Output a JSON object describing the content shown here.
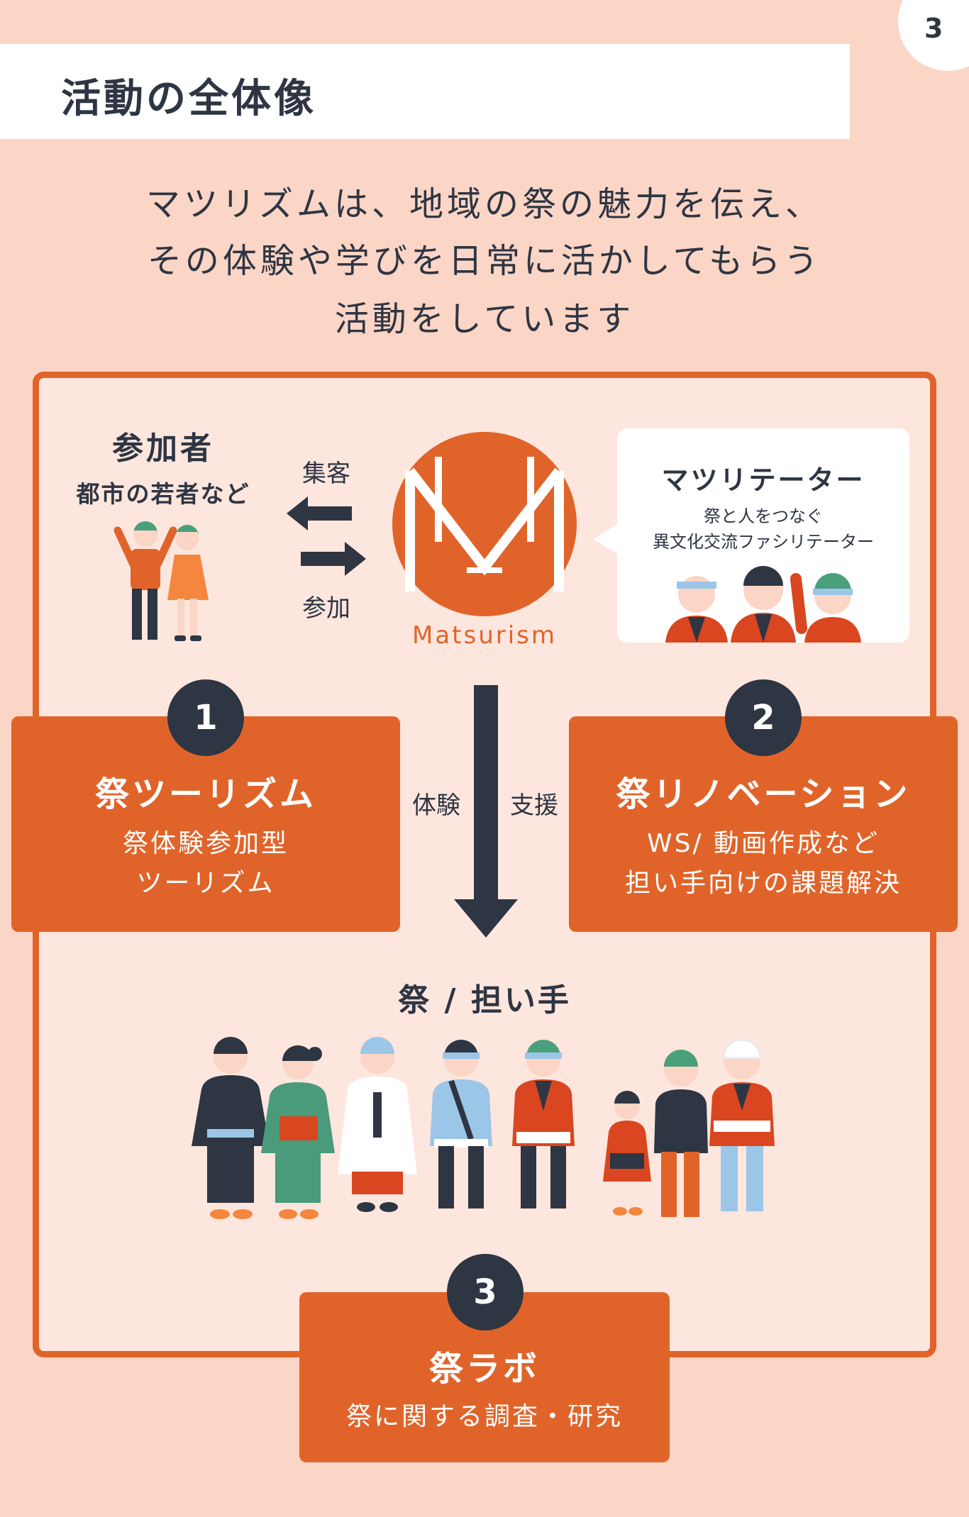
{
  "page_number": "3",
  "title": "活動の全体像",
  "intro_lines": [
    "マツリズムは、地域の祭の魅力を伝え、",
    "その体験や学びを日常に活かしてもらう",
    "活動をしています"
  ],
  "participants": {
    "title": "参加者",
    "subtitle": "都市の若者など"
  },
  "flow": {
    "attract_label": "集客",
    "join_label": "参加"
  },
  "logo": {
    "wordmark": "Matsurism"
  },
  "facilitator": {
    "title": "マツリテーター",
    "desc_line1": "祭と人をつなぐ",
    "desc_line2": "異文化交流ファシリテーター"
  },
  "center_arrow": {
    "left_label": "体験",
    "right_label": "支援"
  },
  "box1": {
    "number": "1",
    "title": "祭ツーリズム",
    "line1": "祭体験参加型",
    "line2": "ツーリズム"
  },
  "box2": {
    "number": "2",
    "title": "祭リノベーション",
    "line1": "WS/ 動画作成など",
    "line2": "担い手向けの課題解決"
  },
  "bearers": {
    "title": "祭 / 担い手"
  },
  "box3": {
    "number": "3",
    "title": "祭ラボ",
    "line1": "祭に関する調査・研究"
  },
  "colors": {
    "background": "#fbd5c5",
    "panel": "#fde6dd",
    "accent": "#e0642a",
    "dark": "#2e3543",
    "white": "#ffffff"
  }
}
